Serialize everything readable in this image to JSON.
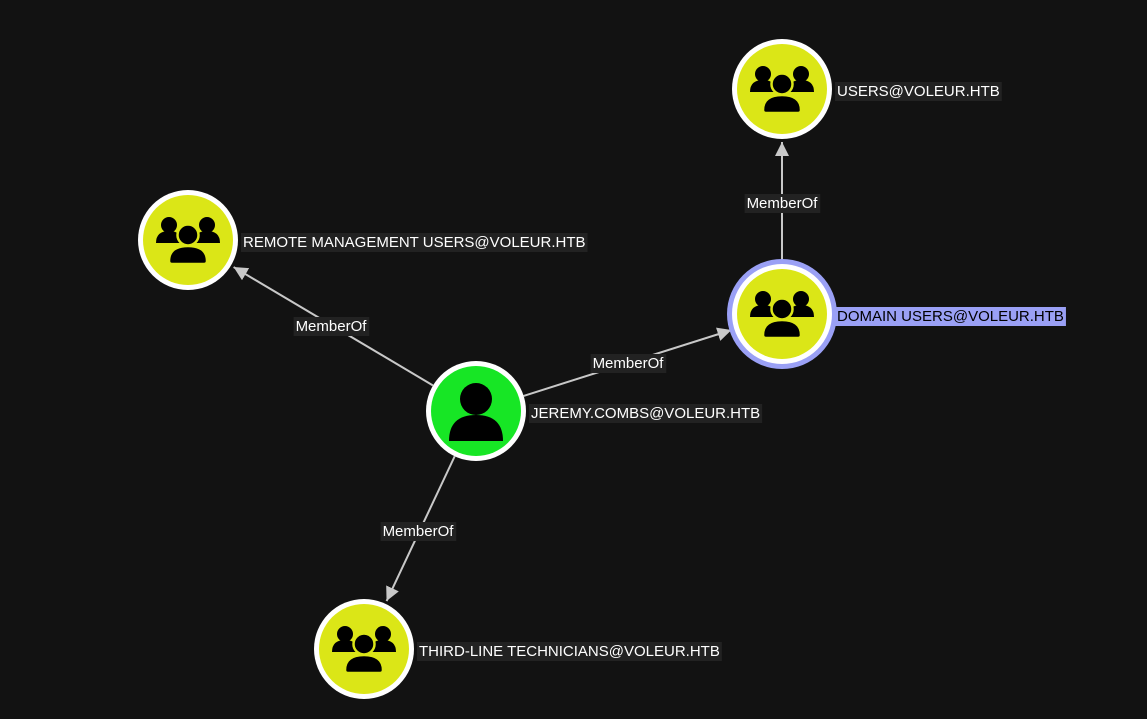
{
  "graph": {
    "nodes": [
      {
        "id": "users",
        "label": "USERS@VOLEUR.HTB",
        "type": "group",
        "selected": false
      },
      {
        "id": "rmu",
        "label": "REMOTE MANAGEMENT USERS@VOLEUR.HTB",
        "type": "group",
        "selected": false
      },
      {
        "id": "du",
        "label": "DOMAIN USERS@VOLEUR.HTB",
        "type": "group",
        "selected": true
      },
      {
        "id": "jc",
        "label": "JEREMY.COMBS@VOLEUR.HTB",
        "type": "user",
        "selected": false
      },
      {
        "id": "tlt",
        "label": "THIRD-LINE TECHNICIANS@VOLEUR.HTB",
        "type": "group",
        "selected": false
      }
    ],
    "edges": [
      {
        "from": "jc",
        "to": "rmu",
        "label": "MemberOf"
      },
      {
        "from": "jc",
        "to": "du",
        "label": "MemberOf"
      },
      {
        "from": "jc",
        "to": "tlt",
        "label": "MemberOf"
      },
      {
        "from": "du",
        "to": "users",
        "label": "MemberOf"
      }
    ]
  },
  "colors": {
    "background": "#121212",
    "group_fill": "#dbe617",
    "user_fill": "#17e625",
    "selected_ring": "#9aa0f5",
    "selected_label_bg": "#9aa0f5"
  }
}
